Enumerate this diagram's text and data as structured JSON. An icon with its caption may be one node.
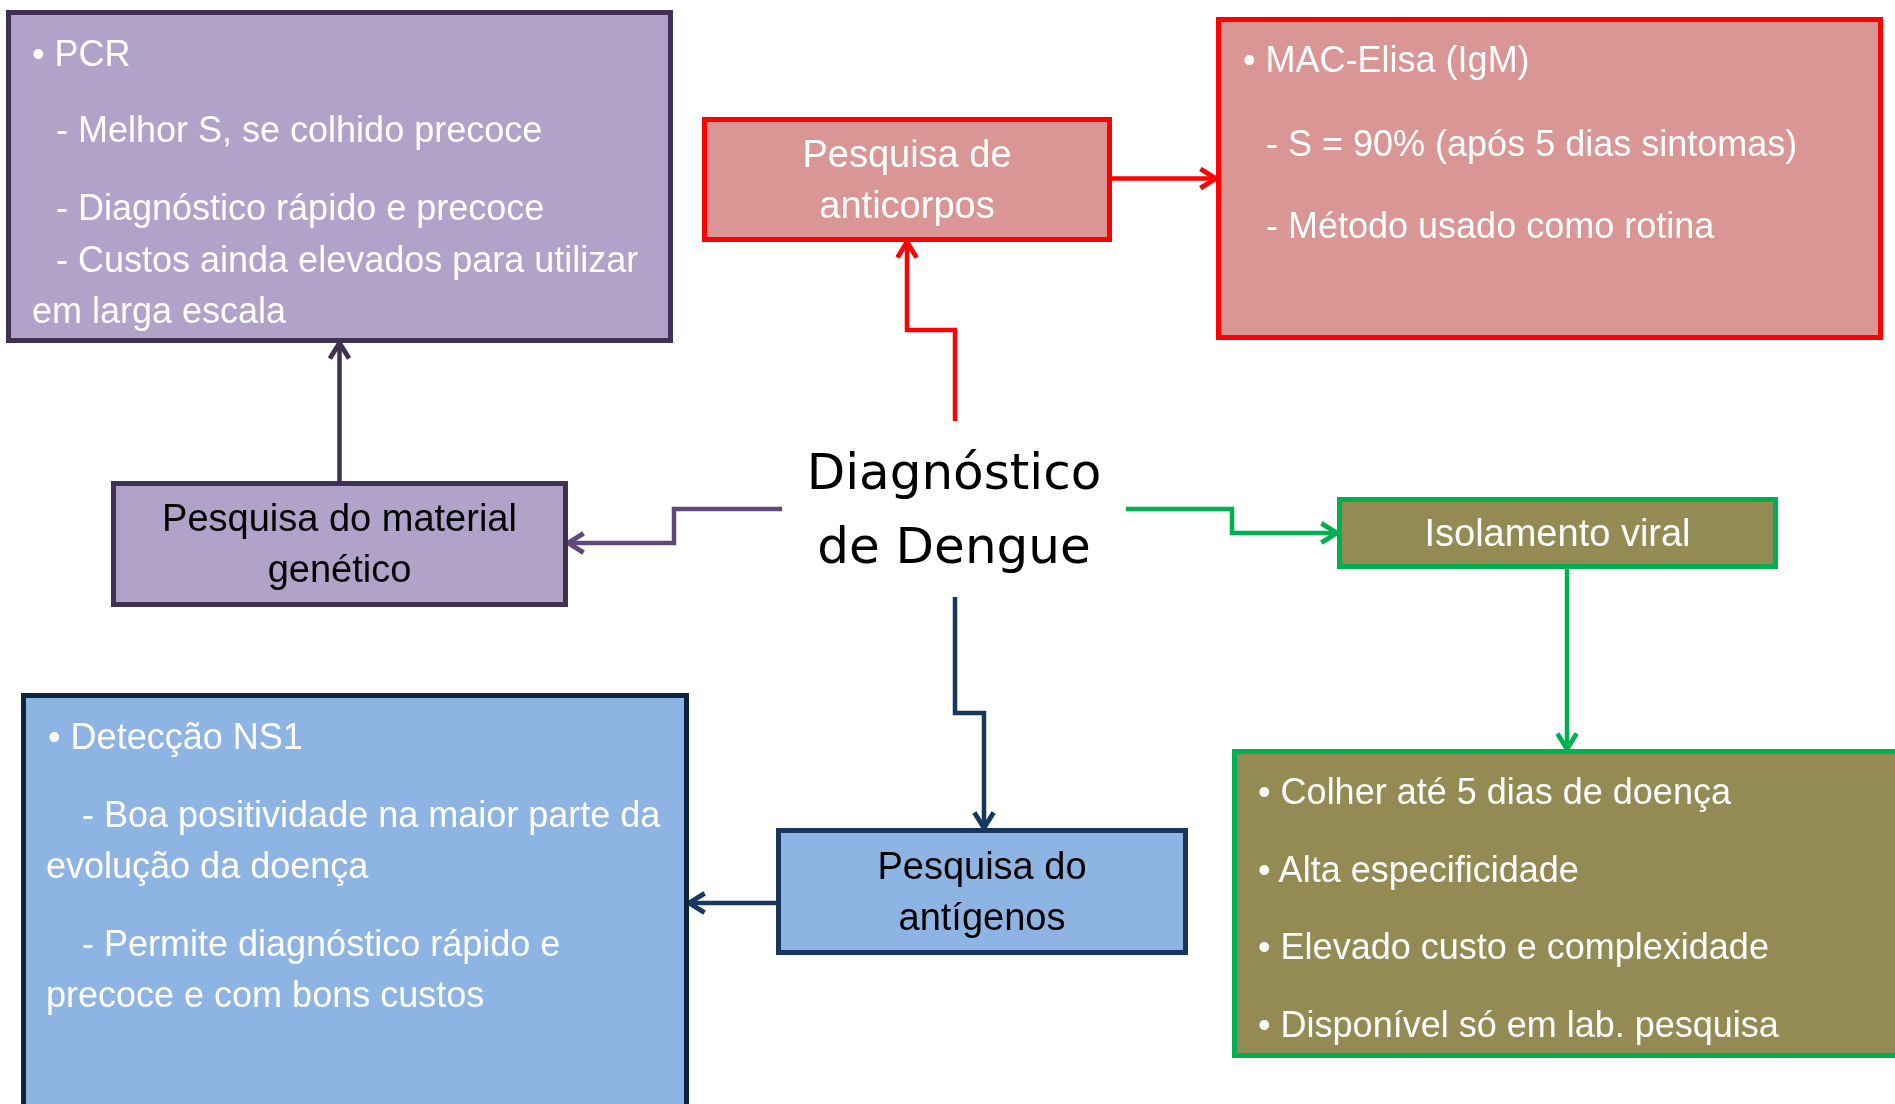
{
  "diagram": {
    "nodes": [
      {
        "text": [
          "• PCR",
          "- Melhor S, se colhido precoce",
          "- Diagnóstico rápido e precoce",
          "- Custos ainda elevados para utilizar em larga escala"
        ]
      },
      {
        "text": [
          "Pesquisa de anticorpos"
        ]
      },
      {
        "text": [
          "• MAC-Elisa (IgM)",
          "- S = 90% (após 5 dias sintomas)",
          "- Método usado como rotina"
        ]
      },
      {
        "text": [
          "Diagnóstico de Dengue"
        ]
      },
      {
        "text": [
          "Pesquisa do material genético"
        ]
      },
      {
        "text": [
          "Isolamento viral"
        ]
      },
      {
        "text": [
          "Pesquisa do antígenos"
        ]
      },
      {
        "text": [
          "• Detecção NS1",
          "- Boa positividade na maior parte da evolução da doença",
          "- Permite diagnóstico rápido e precoce e com bons custos"
        ]
      },
      {
        "text": [
          "• Colher até 5 dias de doença",
          "• Alta especificidade",
          "• Elevado custo e complexidade",
          "• Disponível só em lab. pesquisa"
        ]
      }
    ],
    "edges": [
      {
        "from": 3,
        "to": 1,
        "arrow": "to",
        "color": "#ff0000"
      },
      {
        "from": 1,
        "to": 2,
        "arrow": "to",
        "color": "#ff0000"
      },
      {
        "from": 3,
        "to": 4,
        "arrow": "to",
        "color": "#5f497a"
      },
      {
        "from": 4,
        "to": 0,
        "arrow": "to",
        "color": "#3f3151"
      },
      {
        "from": 3,
        "to": 5,
        "arrow": "to",
        "color": "#00b050"
      },
      {
        "from": 5,
        "to": 8,
        "arrow": "to",
        "color": "#00b050"
      },
      {
        "from": 3,
        "to": 6,
        "arrow": "to",
        "color": "#17375e"
      },
      {
        "from": 6,
        "to": 7,
        "arrow": "to",
        "color": "#17375e"
      }
    ]
  }
}
